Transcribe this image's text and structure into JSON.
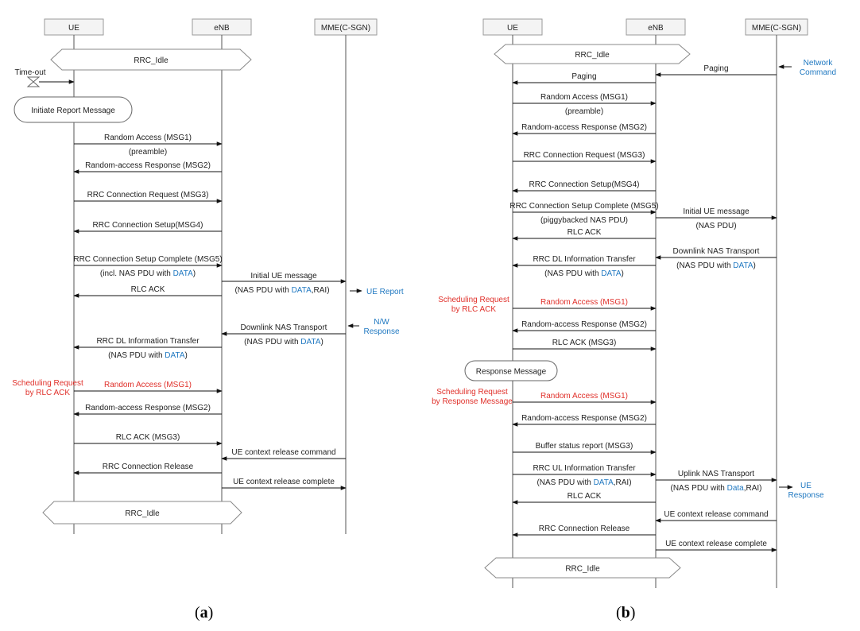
{
  "colors": {
    "line": "#555555",
    "text": "#222222",
    "accent_red": "#e0302a",
    "accent_blue": "#1f78c1",
    "box_fill": "#f4f4f4",
    "box_stroke": "#9a9a9a"
  },
  "panel_a": {
    "caption": "a",
    "entities": [
      "UE",
      "eNB",
      "MME(C-SGN)"
    ],
    "rrc_idle_top": "RRC_Idle",
    "rrc_idle_bottom": "RRC_Idle",
    "timeout_label": "Time-out",
    "report_box": "Initiate Report Message",
    "messages": [
      {
        "label": "Random Access (MSG1)",
        "sub": "(preamble)",
        "color": "default"
      },
      {
        "label": "Random-access Response (MSG2)",
        "sub": "",
        "color": "default"
      },
      {
        "label": "RRC Connection Request (MSG3)",
        "sub": "",
        "color": "default"
      },
      {
        "label": "RRC Connection Setup(MSG4)",
        "sub": "",
        "color": "default"
      },
      {
        "label": "RRC Connection Setup Complete (MSG5)",
        "sub_prefix": "(incl. NAS PDU with ",
        "sub_hl": "DATA",
        "sub_suffix": ")"
      },
      {
        "label": "Initial UE message",
        "sub_prefix": "(NAS PDU with ",
        "sub_hl": "DATA",
        "sub_suffix": ",RAI)"
      },
      {
        "label": "RLC ACK",
        "sub": "",
        "color": "default"
      },
      {
        "label": "Downlink NAS Transport",
        "sub_prefix": "(NAS PDU with ",
        "sub_hl": "DATA",
        "sub_suffix": ")"
      },
      {
        "label": "RRC DL Information Transfer",
        "sub_prefix": "(NAS PDU with ",
        "sub_hl": "DATA",
        "sub_suffix": ")"
      },
      {
        "label": "Random Access (MSG1)",
        "sub": "",
        "color": "red"
      },
      {
        "label": "Random-access Response (MSG2)",
        "sub": "",
        "color": "default"
      },
      {
        "label": "RLC ACK (MSG3)",
        "sub": "",
        "color": "default"
      },
      {
        "label": "UE context release command",
        "sub": "",
        "color": "default"
      },
      {
        "label": "RRC Connection Release",
        "sub": "",
        "color": "default"
      },
      {
        "label": "UE context release complete",
        "sub": "",
        "color": "default"
      }
    ],
    "side_notes": {
      "ue_report": "UE Report",
      "nw_response_1": "N/W",
      "nw_response_2": "Response",
      "sched_1": "Scheduling Request",
      "sched_2": "by RLC ACK"
    }
  },
  "panel_b": {
    "caption": "b",
    "entities": [
      "UE",
      "eNB",
      "MME(C-SGN)"
    ],
    "rrc_idle_top": "RRC_Idle",
    "rrc_idle_bottom": "RRC_Idle",
    "response_box": "Response Message",
    "messages": [
      {
        "label": "Paging",
        "sub": ""
      },
      {
        "label": "Paging",
        "sub": ""
      },
      {
        "label": "Random Access (MSG1)",
        "sub": "(preamble)"
      },
      {
        "label": "Random-access Response (MSG2)",
        "sub": ""
      },
      {
        "label": "RRC Connection Request (MSG3)",
        "sub": ""
      },
      {
        "label": "RRC Connection Setup(MSG4)",
        "sub": ""
      },
      {
        "label": "RRC Connection Setup Complete (MSG5)",
        "sub": "(piggybacked NAS PDU)"
      },
      {
        "label": "Initial UE message",
        "sub": "(NAS PDU)"
      },
      {
        "label": "RLC ACK",
        "sub": ""
      },
      {
        "label": "Downlink NAS Transport",
        "sub_prefix": "(NAS PDU with ",
        "sub_hl": "DATA",
        "sub_suffix": ")"
      },
      {
        "label": "RRC DL Information Transfer",
        "sub_prefix": "(NAS PDU with ",
        "sub_hl": "DATA",
        "sub_suffix": ")"
      },
      {
        "label": "Random Access (MSG1)",
        "sub": ""
      },
      {
        "label": "Random-access Response (MSG2)",
        "sub": ""
      },
      {
        "label": "RLC ACK (MSG3)",
        "sub": ""
      },
      {
        "label": "Random Access (MSG1)",
        "sub": ""
      },
      {
        "label": "Random-access Response (MSG2)",
        "sub": ""
      },
      {
        "label": "Buffer status report (MSG3)",
        "sub": ""
      },
      {
        "label": "RRC UL Information Transfer",
        "sub_prefix": "(NAS PDU with ",
        "sub_hl": "DATA",
        "sub_suffix": ",RAI)"
      },
      {
        "label": "Uplink NAS Transport",
        "sub_prefix": "(NAS PDU with ",
        "sub_hl": "Data",
        "sub_suffix": ",RAI)"
      },
      {
        "label": "RLC ACK",
        "sub": ""
      },
      {
        "label": "UE context release command",
        "sub": ""
      },
      {
        "label": "RRC Connection Release",
        "sub": ""
      },
      {
        "label": "UE context release complete",
        "sub": ""
      }
    ],
    "side_notes": {
      "network_command_1": "Network",
      "network_command_2": "Command",
      "sched_rlc_1": "Scheduling Request",
      "sched_rlc_2": "by RLC ACK",
      "sched_resp_1": "Scheduling Request",
      "sched_resp_2": "by Response Message",
      "ue_response_1": "UE",
      "ue_response_2": "Response"
    }
  }
}
